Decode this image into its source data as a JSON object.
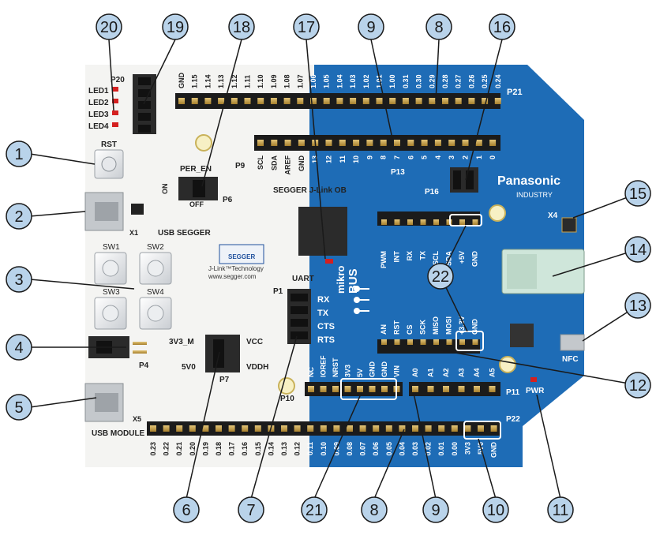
{
  "board": {
    "brand": "Panasonic",
    "brand_sub": "INDUSTRY",
    "segger_logo": "SEGGER",
    "segger_tech": "J-Link™Technology",
    "segger_url": "www.segger.com",
    "segger_ob": "SEGGER J-Link OB",
    "mikrobus_1": "mikro",
    "mikrobus_2": "BUS",
    "rst": "RST",
    "sw1": "SW1",
    "sw2": "SW2",
    "sw3": "SW3",
    "sw4": "SW4",
    "x1": "X1",
    "usb_segger": "USB SEGGER",
    "x5": "X5",
    "usb_module": "USB MODULE",
    "p4": "P4",
    "p20": "P20",
    "led1": "LED1",
    "led2": "LED2",
    "led3": "LED3",
    "led4": "LED4",
    "per_en": "PER_EN",
    "on": "ON",
    "off": "OFF",
    "p6": "P6",
    "p9": "P9",
    "p13": "P13",
    "p16": "P16",
    "p21": "P21",
    "p22": "P22",
    "p10": "P10",
    "p11": "P11",
    "p1": "P1",
    "p7": "P7",
    "uart": "UART",
    "rx": "RX",
    "tx": "TX",
    "cts": "CTS",
    "rts": "RTS",
    "v3m": "3V3_M",
    "vcc": "VCC",
    "v5": "5V0",
    "vddh": "VDDH",
    "x4": "X4",
    "nfc": "NFC",
    "pwr": "PWR",
    "p21_pins": [
      "GND",
      "1.15",
      "1.14",
      "1.13",
      "1.12",
      "1.11",
      "1.10",
      "1.09",
      "1.08",
      "1.07",
      "1.06",
      "1.05",
      "1.04",
      "1.03",
      "1.02",
      "1.01",
      "1.00",
      "0.31",
      "0.30",
      "0.29",
      "0.28",
      "0.27",
      "0.26",
      "0.25",
      "0.24"
    ],
    "p9_pins": [
      "SCL",
      "SDA",
      "AREF",
      "GND",
      "13",
      "12",
      "11",
      "10",
      "9",
      "8",
      "7",
      "6",
      "5",
      "4",
      "3",
      "2",
      "1",
      "0"
    ],
    "mikro_top_pins": [
      "PWM",
      "INT",
      "RX",
      "TX",
      "SCL",
      "SDA",
      "+5V",
      "GND"
    ],
    "mikro_bottom_pins": [
      "AN",
      "RST",
      "CS",
      "SCK",
      "MISO",
      "MOSI",
      "+3.3V",
      "GND"
    ],
    "p10_pins": [
      "NC",
      "IOREF",
      "NRST",
      "3V3",
      "5V",
      "GND",
      "GND",
      "VIN"
    ],
    "p11_pins": [
      "A0",
      "A1",
      "A2",
      "A3",
      "A4",
      "A5"
    ],
    "p22_pins": [
      "0.23",
      "0.22",
      "0.21",
      "0.20",
      "0.19",
      "0.18",
      "0.17",
      "0.16",
      "0.15",
      "0.14",
      "0.13",
      "0.12",
      "0.11",
      "0.10",
      "0.09",
      "0.08",
      "0.07",
      "0.06",
      "0.05",
      "0.04",
      "0.03",
      "0.02",
      "0.01",
      "0.00",
      "3V3",
      "5V0",
      "GND"
    ]
  },
  "callouts": {
    "c1": "1",
    "c2": "2",
    "c3": "3",
    "c4": "4",
    "c5": "5",
    "c6": "6",
    "c7": "7",
    "c8a": "8",
    "c8b": "8",
    "c9a": "9",
    "c9b": "9",
    "c10": "10",
    "c11": "11",
    "c12": "12",
    "c13": "13",
    "c14": "14",
    "c15": "15",
    "c16": "16",
    "c17": "17",
    "c18": "18",
    "c19": "19",
    "c20": "20",
    "c21": "21",
    "c22": "22"
  },
  "colors": {
    "callout_fill": "#b9d3ea",
    "board_blue": "#1e6cb6",
    "board_white": "#f4f4f2",
    "header_black": "#1b1b1b",
    "pin_gold": "#c9a24a"
  }
}
